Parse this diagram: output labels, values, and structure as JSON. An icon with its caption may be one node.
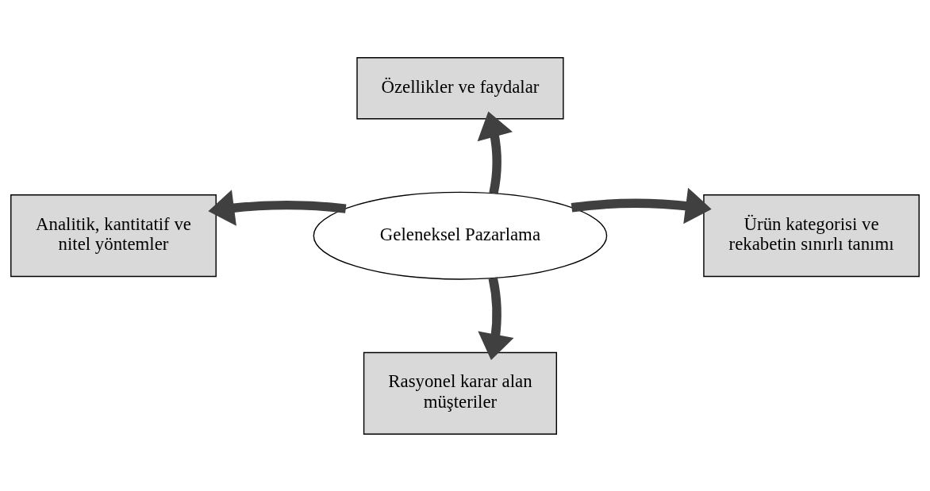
{
  "diagram": {
    "nodes": [
      {
        "text": [
          "Özellikler ve faydalar"
        ]
      },
      {
        "text": [
          "Analitik, kantitatif ve nitel yöntemler"
        ]
      },
      {
        "text": [
          "Geleneksel Pazarlama"
        ]
      },
      {
        "text": [
          "Ürün kategorisi ve rekabetin sınırlı tanımı"
        ]
      },
      {
        "text": [
          "Rasyonel karar alan müşteriler"
        ]
      }
    ],
    "edges": [
      {
        "from": 2,
        "to": 0,
        "arrow": "to"
      },
      {
        "from": 2,
        "to": 1,
        "arrow": "to"
      },
      {
        "from": 2,
        "to": 3,
        "arrow": "to"
      },
      {
        "from": 2,
        "to": 4,
        "arrow": "to"
      }
    ]
  }
}
